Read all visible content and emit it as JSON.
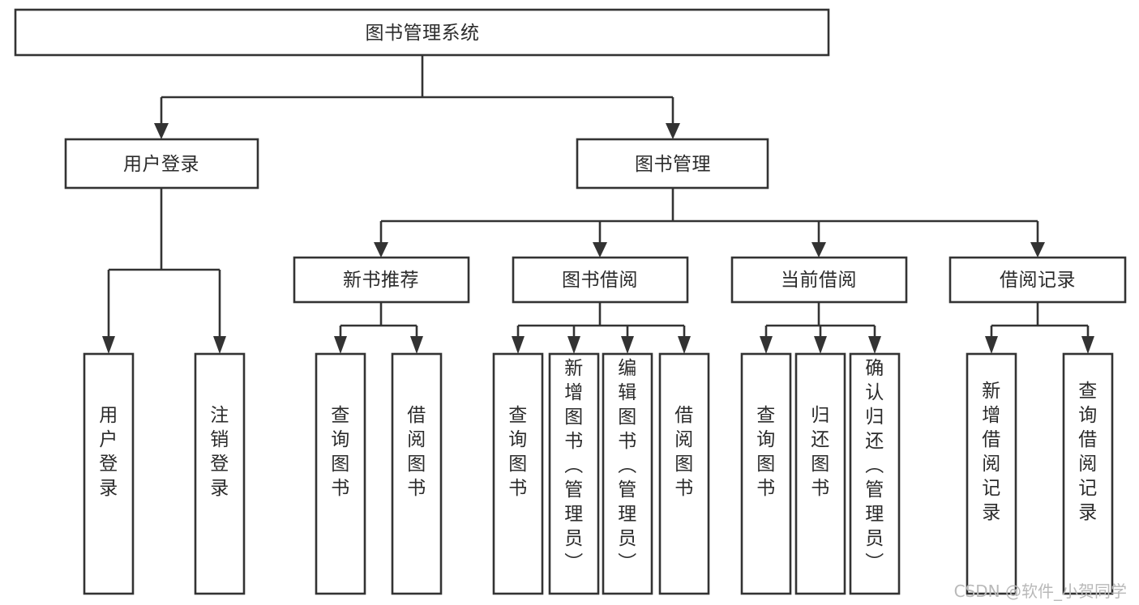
{
  "diagram": {
    "title": "图书管理系统",
    "type": "tree",
    "background_color": "#ffffff",
    "box_stroke_color": "#333333",
    "text_color": "#2b2b2b",
    "root": {
      "id": "root",
      "label": "图书管理系统"
    },
    "level1": [
      {
        "id": "user-login",
        "label": "用户登录"
      },
      {
        "id": "book-manage",
        "label": "图书管理"
      }
    ],
    "level2": [
      {
        "id": "new-book-recommend",
        "label": "新书推荐",
        "parent": "book-manage"
      },
      {
        "id": "book-borrow",
        "label": "图书借阅",
        "parent": "book-manage"
      },
      {
        "id": "current-borrow",
        "label": "当前借阅",
        "parent": "book-manage"
      },
      {
        "id": "borrow-record",
        "label": "借阅记录",
        "parent": "book-manage"
      }
    ],
    "leaves": [
      {
        "id": "leaf-user-login",
        "label": "用户登录",
        "parent": "user-login"
      },
      {
        "id": "leaf-user-logout",
        "label": "注销登录",
        "parent": "user-login"
      },
      {
        "id": "leaf-query-book-1",
        "label": "查询图书",
        "parent": "new-book-recommend"
      },
      {
        "id": "leaf-borrow-book-1",
        "label": "借阅图书",
        "parent": "new-book-recommend"
      },
      {
        "id": "leaf-query-book-2",
        "label": "查询图书",
        "parent": "book-borrow"
      },
      {
        "id": "leaf-add-book",
        "label": "新增图书（管理员）",
        "parent": "book-borrow"
      },
      {
        "id": "leaf-edit-book",
        "label": "编辑图书（管理员）",
        "parent": "book-borrow"
      },
      {
        "id": "leaf-borrow-book-2",
        "label": "借阅图书",
        "parent": "book-borrow"
      },
      {
        "id": "leaf-query-book-3",
        "label": "查询图书",
        "parent": "current-borrow"
      },
      {
        "id": "leaf-return-book",
        "label": "归还图书",
        "parent": "current-borrow"
      },
      {
        "id": "leaf-confirm-return",
        "label": "确认归还（管理员）",
        "parent": "current-borrow"
      },
      {
        "id": "leaf-add-record",
        "label": "新增借阅记录",
        "parent": "borrow-record"
      },
      {
        "id": "leaf-query-record",
        "label": "查询借阅记录",
        "parent": "borrow-record"
      }
    ]
  },
  "watermark": {
    "text": "CSDN @软件_小贺同学"
  }
}
